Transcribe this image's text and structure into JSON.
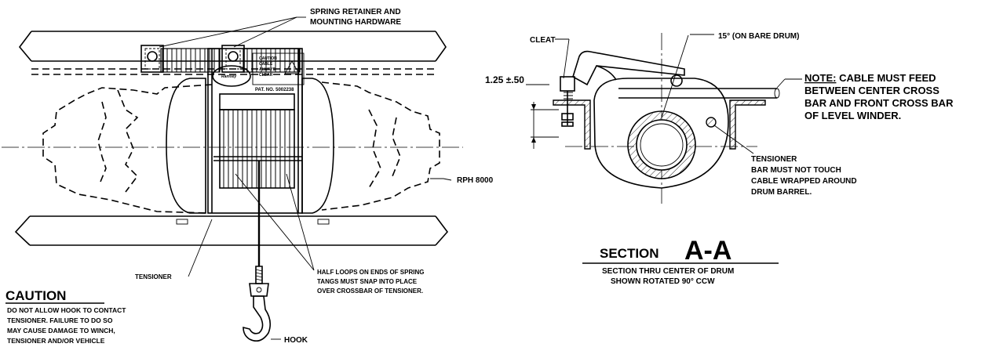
{
  "labels": {
    "spring_retainer": [
      "SPRING RETAINER AND",
      "MOUNTING HARDWARE"
    ],
    "rph": "RPH 8000",
    "tensioner": "TENSIONER",
    "half_loops": [
      "HALF LOOPS ON ENDS OF SPRING",
      "TANGS MUST SNAP INTO PLACE",
      "OVER CROSSBAR OF TENSIONER."
    ],
    "hook": "HOOK",
    "caution_title": "CAUTION",
    "caution_lines": [
      "DO NOT ALLOW HOOK TO CONTACT",
      "TENSIONER.  FAILURE TO DO SO",
      "MAY CAUSE DAMAGE TO WINCH,",
      "TENSIONER AND/OR VEHICLE"
    ],
    "decal_lines": [
      "CAUTION",
      "CABLE",
      "ALWAYS",
      "CLEAR"
    ],
    "patent": "PAT. NO. 5002238",
    "cleat": "CLEAT",
    "angle": "15° (ON BARE DRUM)",
    "dimension": "1.25 ±.50",
    "note_title": "NOTE:",
    "note_lines": [
      " CABLE MUST FEED",
      "BETWEEN CENTER CROSS",
      "BAR AND FRONT CROSS BAR",
      "OF LEVEL WINDER."
    ],
    "tensioner_note": [
      "TENSIONER",
      "BAR MUST NOT TOUCH",
      "CABLE WRAPPED AROUND",
      "DRUM BARREL."
    ],
    "section_word": "SECTION",
    "section_id": "A-A",
    "section_desc": [
      "SECTION THRU CENTER OF DRUM",
      "SHOWN ROTATED 90° CCW"
    ]
  }
}
